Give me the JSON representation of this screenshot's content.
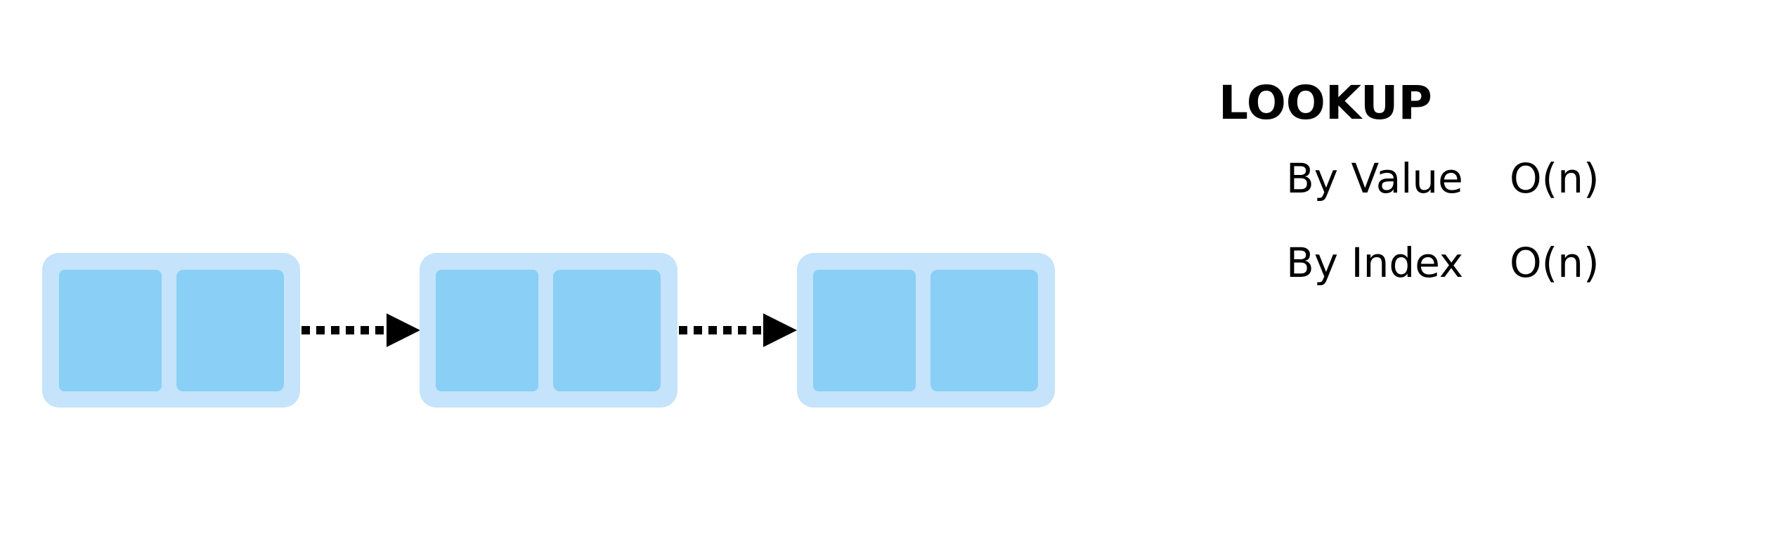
{
  "lookup": {
    "title": "LOOKUP",
    "rows": [
      {
        "label": "By Value",
        "complexity": "O(n)"
      },
      {
        "label": "By Index",
        "complexity": "O(n)"
      }
    ]
  },
  "linked_list": {
    "node_count": 3,
    "colors": {
      "node_outer": "#c5e3fa",
      "node_inner": "#8acff5",
      "arrow": "#000000"
    }
  }
}
